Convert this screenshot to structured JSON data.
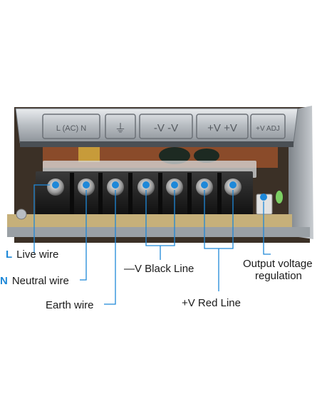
{
  "product": {
    "cover_marks": {
      "ac_terminal": "L (AC) N",
      "ground_symbol": "⏚",
      "neg_v": "-V -V",
      "pos_v": "+V +V",
      "adj": "+V ADJ"
    }
  },
  "labels": {
    "live": {
      "key": "L",
      "text": "Live wire"
    },
    "neutral": {
      "key": "N",
      "text": "Neutral wire"
    },
    "earth": {
      "text": "Earth wire"
    },
    "black": {
      "text": "—V Black Line"
    },
    "red": {
      "text": "+V Red Line"
    },
    "output_line1": "Output voltage",
    "output_line2": "regulation"
  },
  "colors": {
    "marker": "#1e88d8",
    "leader": "#1e88d8",
    "text": "#1a1a1a"
  }
}
